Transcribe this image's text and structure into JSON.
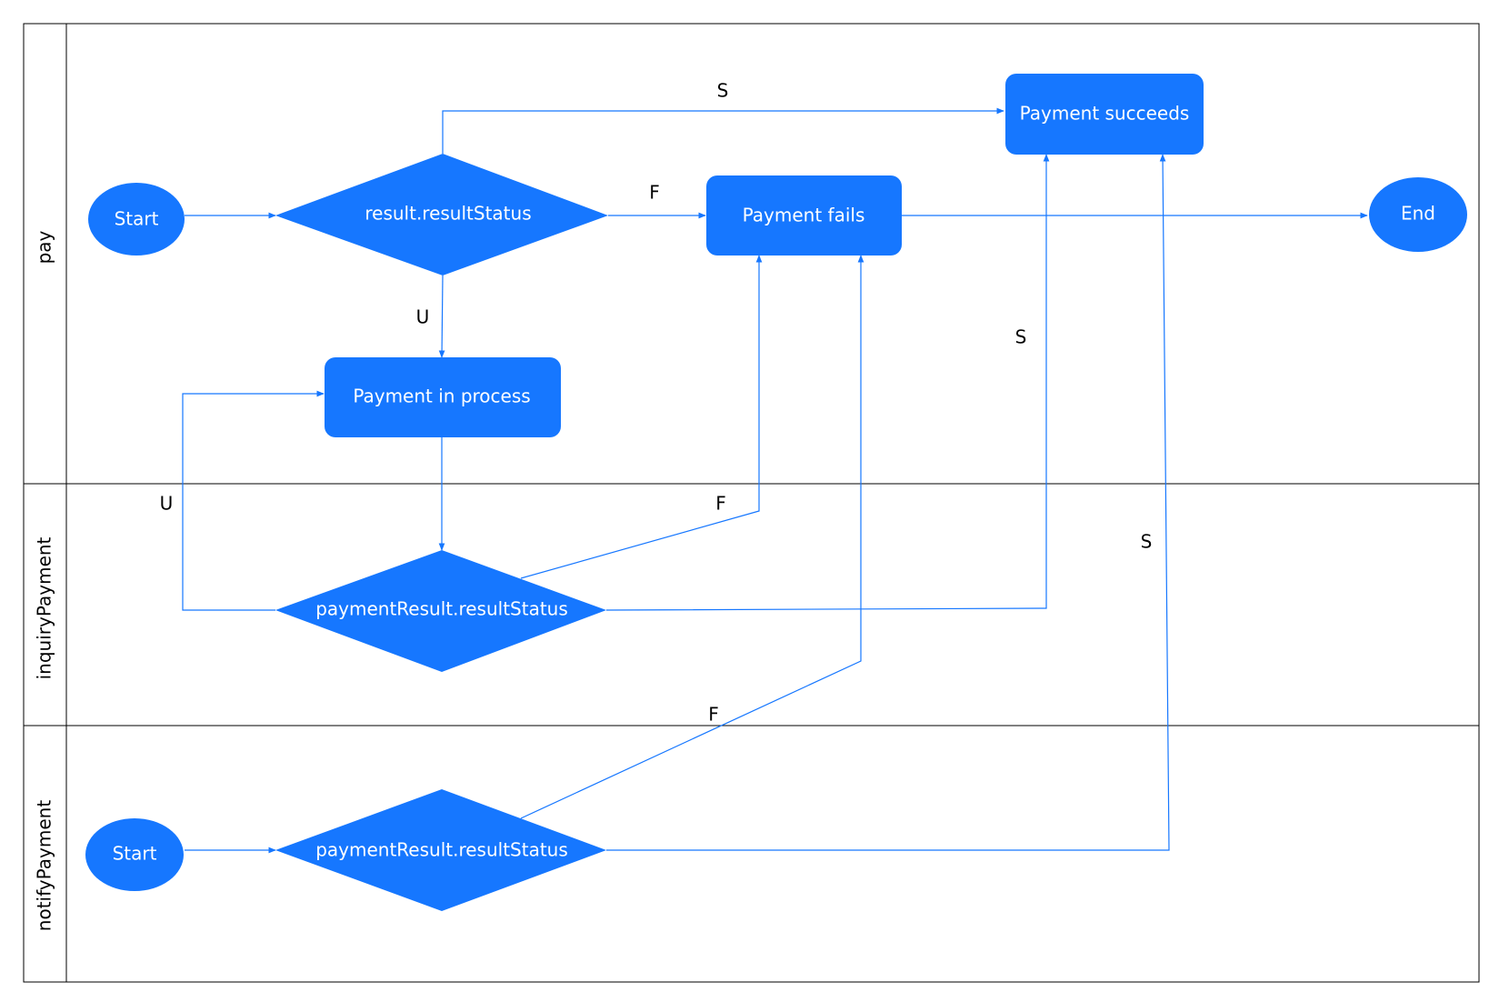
{
  "colors": {
    "node_fill": "#1677ff",
    "edge": "#1677ff",
    "lane_border": "#000000",
    "text_on_node": "#ffffff"
  },
  "lanes": [
    {
      "label": "pay"
    },
    {
      "label": "inquiryPayment"
    },
    {
      "label": "notifyPayment"
    }
  ],
  "nodes": {
    "pay_start": "Start",
    "pay_decision": "result.resultStatus",
    "payment_succeeds": "Payment succeeds",
    "payment_fails": "Payment fails",
    "payment_in_process": "Payment in process",
    "end": "End",
    "inquiry_decision": "paymentResult.resultStatus",
    "notify_start": "Start",
    "notify_decision": "paymentResult.resultStatus"
  },
  "edge_labels": {
    "pay_to_succeeds": "S",
    "pay_to_fails": "F",
    "pay_to_in_process": "U",
    "inquiry_to_in_process": "U",
    "inquiry_to_fails": "F",
    "inquiry_to_succeeds": "S",
    "notify_to_fails": "F",
    "notify_to_succeeds": "S"
  }
}
